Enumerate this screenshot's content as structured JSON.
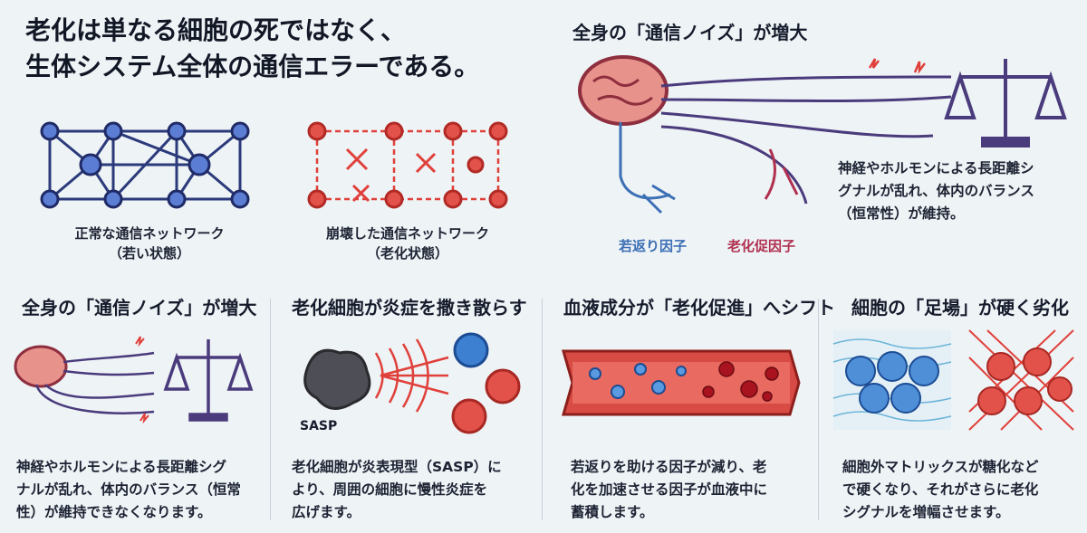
{
  "headline": {
    "line1": "老化は単なる細胞の死ではなく、",
    "line2": "生体システム全体の通信エラーである。"
  },
  "network": {
    "normal": {
      "caption1": "正常な通信ネットワーク",
      "caption2": "（若い状態）"
    },
    "broken": {
      "caption1": "崩壊した通信ネットワーク",
      "caption2": "（老化状態）"
    }
  },
  "top_right": {
    "title": "全身の「通信ノイズ」が増大",
    "text_lines": [
      "神経やホルモンによる長距離シ",
      "グナルが乱れ、体内のバランス",
      "（恒常性）が維持。"
    ],
    "young_factor": "若返り因子",
    "aging_factor": "老化促因子"
  },
  "panels": [
    {
      "title": "全身の「通信ノイズ」が増大",
      "text_lines": [
        "神経やホルモンによる長距離シグ",
        "ナルが乱れ、体内のバランス（恒常",
        "性）が維持できなくなります。"
      ]
    },
    {
      "title": "老化細胞が炎症を撒き散らす",
      "label": "SASP",
      "text_lines": [
        "老化細胞が炎表現型（SASP）に",
        "より、周囲の細胞に慢性炎症を",
        "広げます。"
      ]
    },
    {
      "title": "血液成分が「老化促進」へシフト",
      "text_lines": [
        "若返りを助ける因子が減り、老",
        "化を加速させる因子が血液中に",
        "蓄積します。"
      ]
    },
    {
      "title": "細胞の「足場」が硬く劣化",
      "text_lines": [
        "細胞外マトリックスが糖化など",
        "で硬くなり、それがさらに老化",
        "シグナルを増幅させます。"
      ]
    }
  ],
  "colors": {
    "navy": "#2b3a7a",
    "red": "#e0403a",
    "blue_cell": "#3d7fd1",
    "purple": "#4a3b7c"
  }
}
